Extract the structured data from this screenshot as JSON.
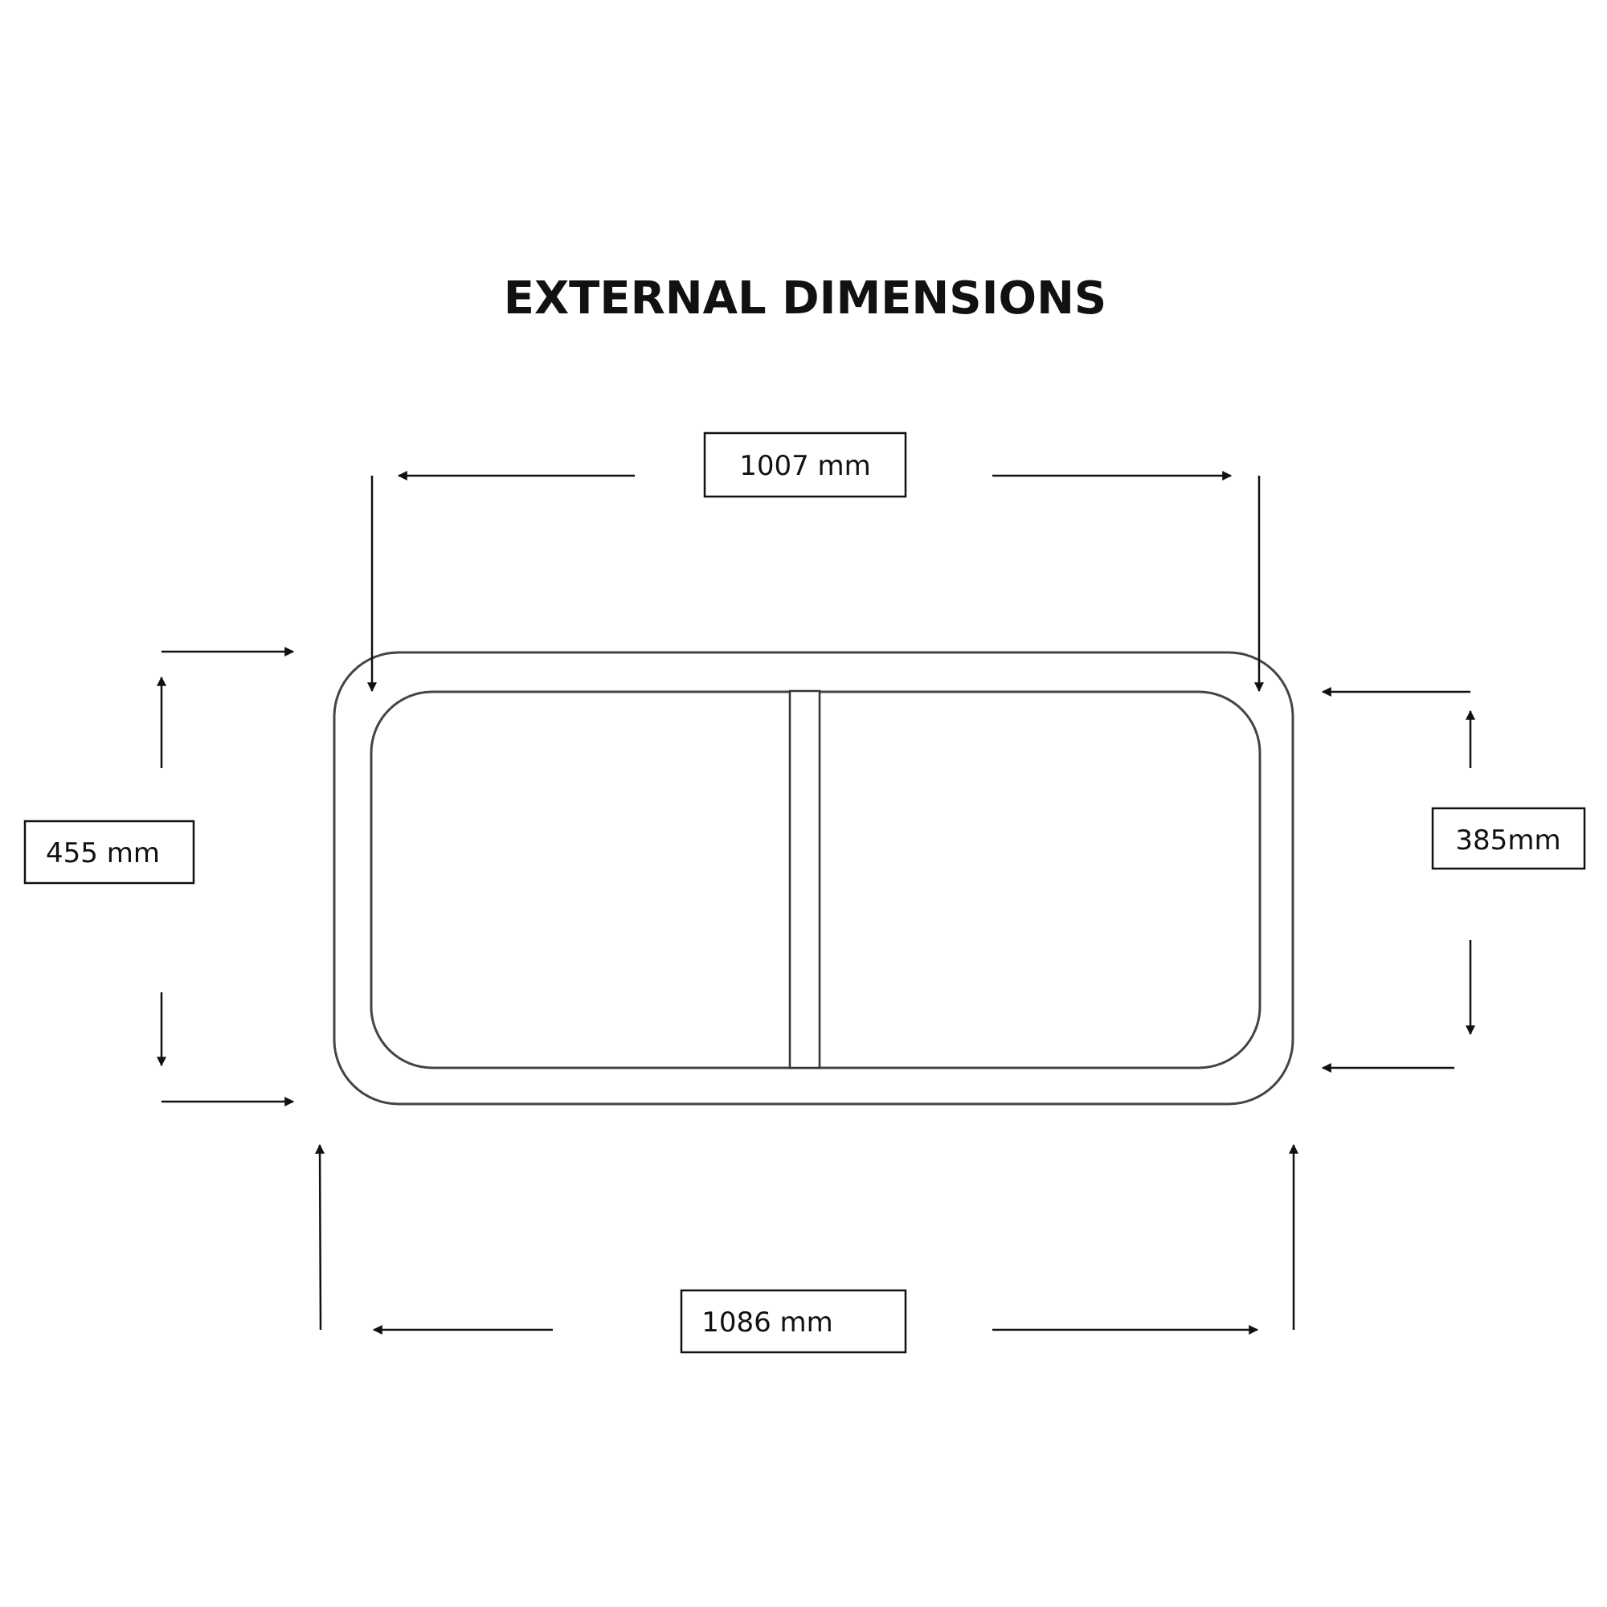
{
  "title": "EXTERNAL DIMENSIONS",
  "dimensions": {
    "inner_width": {
      "label": "1007 mm",
      "value": 1007,
      "unit": "mm"
    },
    "outer_width": {
      "label": "1086 mm",
      "value": 1086,
      "unit": "mm"
    },
    "outer_height": {
      "label": "455 mm",
      "value": 455,
      "unit": "mm"
    },
    "inner_height": {
      "label": "385mm",
      "value": 385,
      "unit": "mm"
    }
  },
  "colors": {
    "line": "#111111",
    "outline": "#444444",
    "background": "#ffffff"
  }
}
